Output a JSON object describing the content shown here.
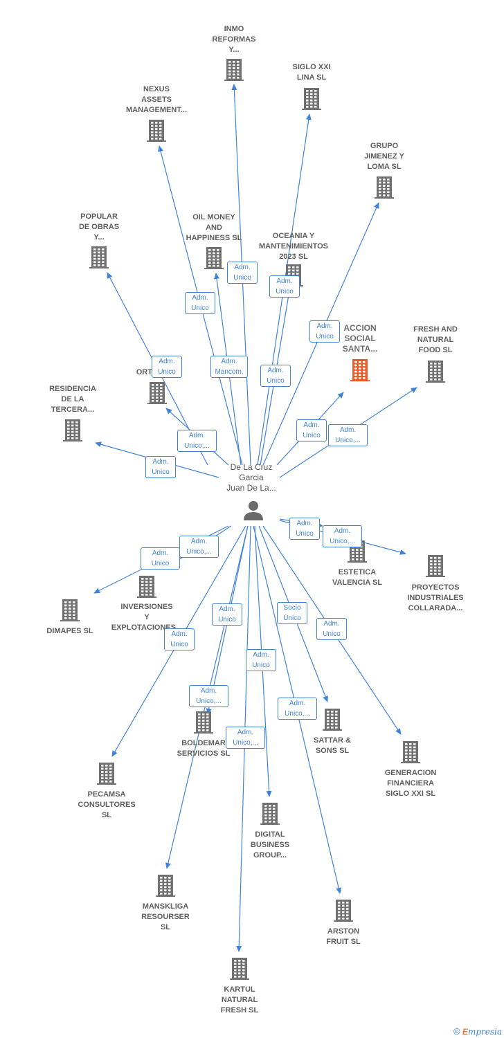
{
  "colors": {
    "edge": "#3f83d9",
    "building": "#717171",
    "building_highlight": "#f05a28",
    "person": "#6a6a6a"
  },
  "person": {
    "name": "De La Cruz\nGarcia\nJuan De La...",
    "icon": "person-icon"
  },
  "companies": [
    {
      "id": "inmo",
      "label": "INMO\nREFORMAS\nY...",
      "highlight": false
    },
    {
      "id": "siglo",
      "label": "SIGLO XXI\nLINA SL",
      "highlight": false
    },
    {
      "id": "nexus",
      "label": "NEXUS\nASSETS\nMANAGEMENT...",
      "highlight": false
    },
    {
      "id": "grupo",
      "label": "GRUPO\nJIMENEZ Y\nLOMA  SL",
      "highlight": false
    },
    {
      "id": "popular",
      "label": "POPULAR\nDE OBRAS\nY...",
      "highlight": false
    },
    {
      "id": "oil",
      "label": "OIL MONEY\nAND\nHAPPINESS  SL",
      "highlight": false
    },
    {
      "id": "oceania",
      "label": "OCEANIA Y\nMANTENIMIENTOS\n2023  SL",
      "highlight": false
    },
    {
      "id": "accion",
      "label": "ACCION\nSOCIAL\nSANTA...",
      "highlight": true
    },
    {
      "id": "fresh",
      "label": "FRESH AND\nNATURAL\nFOOD  SL",
      "highlight": false
    },
    {
      "id": "ortigo",
      "label": "ORTIGO    SL",
      "highlight": false
    },
    {
      "id": "residencia",
      "label": "RESIDENCIA\nDE LA\nTERCERA...",
      "highlight": false
    },
    {
      "id": "estetica",
      "label": "ESTETICA\nVALENCIA  SL",
      "highlight": false
    },
    {
      "id": "proyectos",
      "label": "PROYECTOS\nINDUSTRIALES\nCOLLARADA...",
      "highlight": false
    },
    {
      "id": "inversiones",
      "label": "INVERSIONES\nY\nEXPLOTACIONES...",
      "highlight": false
    },
    {
      "id": "dimapes",
      "label": "DIMAPES  SL",
      "highlight": false
    },
    {
      "id": "boldemar",
      "label": "BOLDEMAR\nSERVICIOS SL",
      "highlight": false
    },
    {
      "id": "sattar",
      "label": "SATTAR &\nSONS  SL",
      "highlight": false
    },
    {
      "id": "generacion",
      "label": "GENERACION\nFINANCIERA\nSIGLO XXI SL",
      "highlight": false
    },
    {
      "id": "pecamsa",
      "label": "PECAMSA\nCONSULTORES\nSL",
      "highlight": false
    },
    {
      "id": "digital",
      "label": "DIGITAL\nBUSINESS\nGROUP...",
      "highlight": false
    },
    {
      "id": "mansk",
      "label": "MANSKLIGA\nRESOURSER\nSL",
      "highlight": false
    },
    {
      "id": "arston",
      "label": "ARSTON\nFRUIT  SL",
      "highlight": false
    },
    {
      "id": "kartul",
      "label": "KARTUL\nNATURAL\nFRESH  SL",
      "highlight": false
    }
  ],
  "roles": [
    {
      "id": "inmo",
      "label": "Adm.\nUnico"
    },
    {
      "id": "siglo",
      "label": "Adm.\nUnico"
    },
    {
      "id": "nexus",
      "label": "Adm.\nUnico"
    },
    {
      "id": "grupo",
      "label": "Adm.\nUnico"
    },
    {
      "id": "popular",
      "label": "Adm.\nUnico"
    },
    {
      "id": "oil",
      "label": "Adm.\nMancom."
    },
    {
      "id": "oceania",
      "label": "Adm.\nUnico"
    },
    {
      "id": "accion",
      "label": "Adm.\nUnico"
    },
    {
      "id": "fresh",
      "label": "Adm.\nUnico,..."
    },
    {
      "id": "ortigo",
      "label": "Adm.\nUnico,..."
    },
    {
      "id": "residencia",
      "label": "Adm.\nUnico"
    },
    {
      "id": "estetica",
      "label": "Adm.\nUnico"
    },
    {
      "id": "proyectos",
      "label": "Adm.\nUnico,..."
    },
    {
      "id": "inversiones",
      "label": "Adm.\nUnico,..."
    },
    {
      "id": "dimapes",
      "label": "Adm.\nUnico"
    },
    {
      "id": "boldemar",
      "label": "Adm.\nUnico"
    },
    {
      "id": "sattar",
      "label": "Socio\nÚnico"
    },
    {
      "id": "generacion",
      "label": "Adm.\nUnico"
    },
    {
      "id": "pecamsa",
      "label": "Adm.\nUnico"
    },
    {
      "id": "digital",
      "label": "Adm.\nUnico"
    },
    {
      "id": "mansk",
      "label": "Adm.\nUnico,..."
    },
    {
      "id": "arston",
      "label": "Adm.\nUnico,..."
    },
    {
      "id": "kartul",
      "label": "Adm.\nUnico,..."
    }
  ],
  "footer": {
    "copyright": "©",
    "brand_e": "E",
    "brand_rest": "mpresia"
  }
}
